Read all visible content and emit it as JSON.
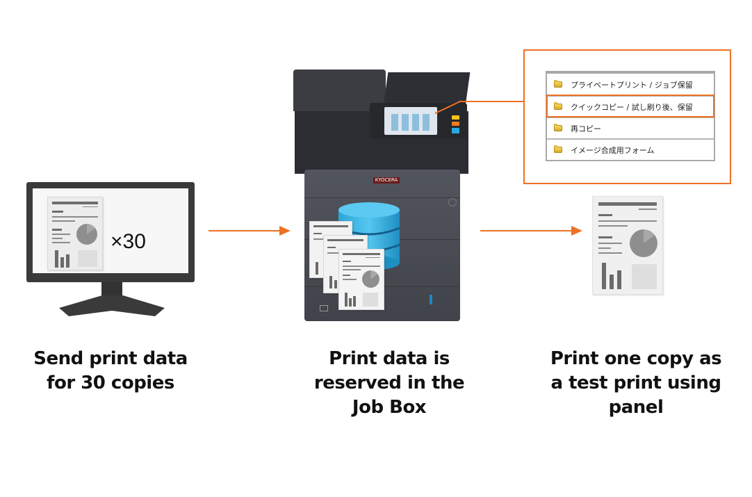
{
  "steps": [
    {
      "id": "send",
      "caption_line1": "Send print data",
      "caption_line2": "for 30 copies",
      "monitor_label": "×30",
      "icon": "monitor-icon"
    },
    {
      "id": "reserve",
      "caption_line1": "Print data is",
      "caption_line2": "reserved in the",
      "caption_line3": "Job Box",
      "icon": "printer-icon",
      "brand_label": "KYOCERA"
    },
    {
      "id": "test-print",
      "caption_line1": "Print one copy as",
      "caption_line2": "a test print using",
      "caption_line3": "panel",
      "icon": "document-icon"
    }
  ],
  "callout": {
    "menu_items": [
      {
        "label": "プライベートプリント / ジョブ保留",
        "icon": "folder-icon",
        "selected": false
      },
      {
        "label": "クイックコピー / 試し刷り後、保留",
        "icon": "folder-icon",
        "selected": true
      },
      {
        "label": "再コピー",
        "icon": "folder-icon",
        "selected": false
      },
      {
        "label": "イメージ合成用フォーム",
        "icon": "folder-icon",
        "selected": false
      }
    ]
  },
  "colors": {
    "accent": "#ee7122",
    "database": "#2aa7d8",
    "printer": "#45484f"
  }
}
